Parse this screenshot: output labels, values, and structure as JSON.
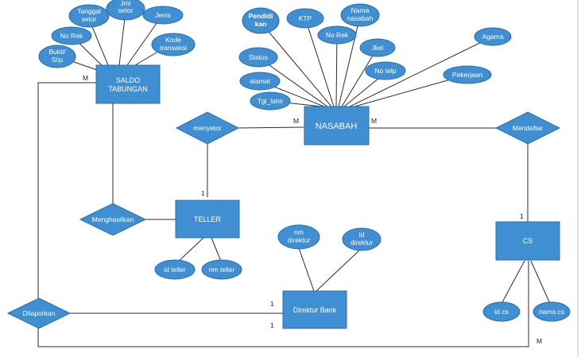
{
  "entities": {
    "saldo_tabungan": [
      "SALDO",
      "TABUNGAN"
    ],
    "nasabah": "NASABAH",
    "teller": "TELLER",
    "cs": "CS",
    "direktur_bank": "Direktur Bank"
  },
  "relationships": {
    "menyetor": "menyetor",
    "mendaftar": "Mendaftar",
    "menghasilkan": "Menghasilkan",
    "dilaporkan": "Dilaporkan"
  },
  "attributes": {
    "saldo": {
      "tanggal_setor": [
        "Tanggal",
        "setor"
      ],
      "jml_setor": [
        "Jml",
        "setor"
      ],
      "jenis": "Jenis",
      "no_rek": "No Rek",
      "kode_transaksi": [
        "Kode",
        "transaksi"
      ],
      "bukti_slip": [
        "Bukti/",
        "Slip"
      ]
    },
    "nasabah": {
      "pendidikan": [
        "Pendidi",
        "kan"
      ],
      "ktp": "KTP",
      "nama_nasabah": [
        "Nama",
        "nasabah"
      ],
      "no_rek": "No Rek",
      "jkel": "Jkel",
      "status": "Status",
      "no_telp": "No telp",
      "alamat": "alamat",
      "tgl_lahir": "Tgl_lahir",
      "agama": "Agama",
      "pekerjaan": "Pekerjaan"
    },
    "teller": {
      "id_teller": "id teller",
      "nm_teller": "nm teller"
    },
    "direktur": {
      "nm_direktur": [
        "nm",
        "direktur"
      ],
      "id_direktur": [
        "id",
        "direktur"
      ]
    },
    "cs": {
      "id_cs": "id cs",
      "nama_cs": "nama cs"
    }
  },
  "cardinalities": {
    "saldo_dilaporkan": "M",
    "nasabah_menyetor": "M",
    "nasabah_mendaftar": "M",
    "teller_menyetor": "1",
    "cs_mendaftar": "1",
    "direktur_dilaporkan_top": "1",
    "direktur_dilaporkan_bottom": "1",
    "cs_dilaporkan": "M"
  }
}
